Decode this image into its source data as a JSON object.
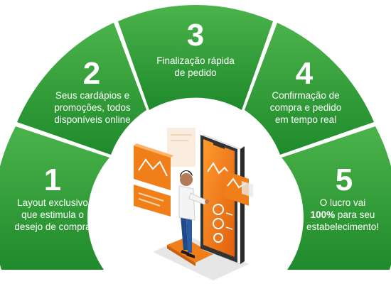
{
  "colors": {
    "segment_dark": "#1f8a2c",
    "segment_light": "#4bb34a",
    "accent_orange": "#f07f19",
    "text": "#ffffff"
  },
  "steps": [
    {
      "number": "1",
      "lines": [
        "Layout exclusivo",
        "que estimula o",
        "desejo de compra"
      ]
    },
    {
      "number": "2",
      "lines": [
        "Seus cardápios e",
        "promoções, todos",
        "disponíveis online"
      ]
    },
    {
      "number": "3",
      "lines": [
        "Finalização rápida",
        "de pedido"
      ]
    },
    {
      "number": "4",
      "lines": [
        "Confirmação de",
        "compra e pedido",
        "em tempo real"
      ]
    },
    {
      "number": "5",
      "lines": [
        "O lucro vai",
        "100%",
        " para seu",
        "estabelecimento!"
      ]
    }
  ],
  "illustration": {
    "icons": [
      "smartphone-icon",
      "person-icon",
      "chart-panel-icon"
    ]
  }
}
